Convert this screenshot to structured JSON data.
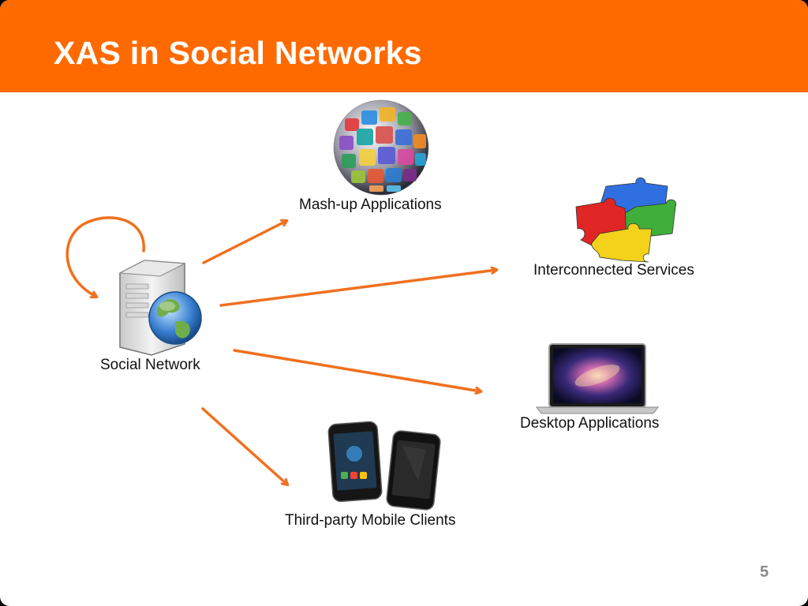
{
  "slide": {
    "title": "XAS in Social Networks",
    "page_number": "5",
    "accent_color": "#ff6a00"
  },
  "nodes": {
    "social_network": {
      "label": "Social Network",
      "icon": "server-globe-icon"
    },
    "mashup": {
      "label": "Mash-up Applications",
      "icon": "app-sphere-icon"
    },
    "services": {
      "label": "Interconnected Services",
      "icon": "puzzle-icon"
    },
    "desktop": {
      "label": "Desktop Applications",
      "icon": "laptop-icon"
    },
    "mobile": {
      "label": "Third-party Mobile Clients",
      "icon": "smartphones-icon"
    }
  }
}
